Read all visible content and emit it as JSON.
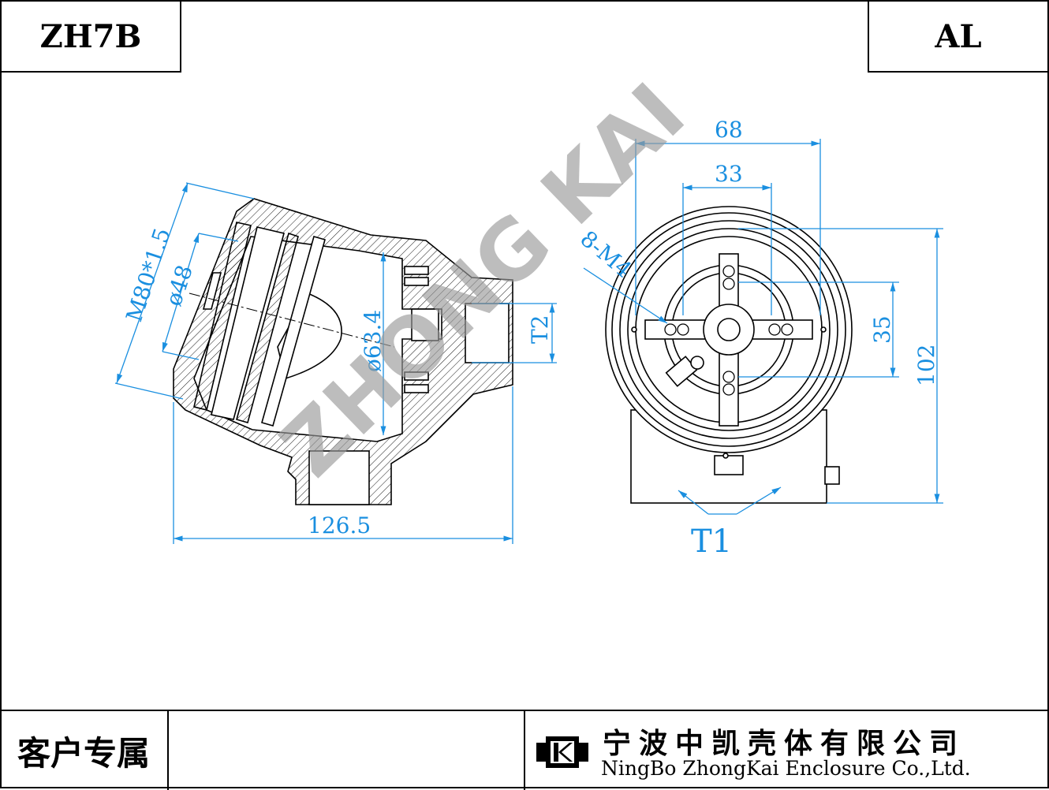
{
  "header": {
    "model_code": "ZH7B",
    "material": "AL"
  },
  "dimensions": {
    "thread": "M80*1.5",
    "dia_48": "ø48",
    "dia_63": "ø63.4",
    "t2": "T2",
    "width_126": "126.5",
    "w68": "68",
    "w33": "33",
    "h35": "35",
    "h102": "102",
    "holes": "8-M4",
    "t1": "T1"
  },
  "watermark": "ZHONG KAI",
  "footer": {
    "customer_label": "客户专属",
    "company_cn": "宁波中凯壳体有限公司",
    "company_en": "NingBo ZhongKai Enclosure Co.,Ltd."
  },
  "colors": {
    "dimension": "#1a8fe0",
    "line": "#000000",
    "watermark": "#9a9a9a"
  }
}
